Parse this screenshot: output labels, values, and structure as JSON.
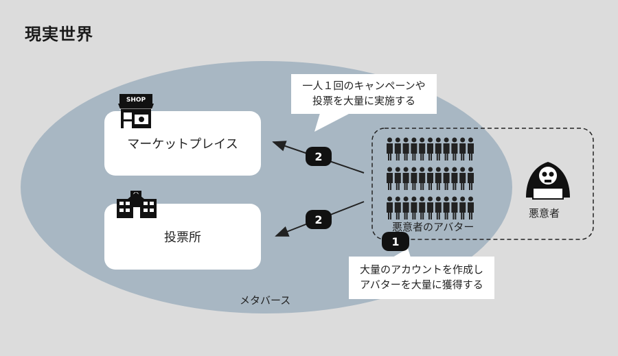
{
  "title": "現実世界",
  "metaverse_label": "メタバース",
  "marketplace": {
    "label": "マーケットプレイス",
    "icon_text": "SHOP"
  },
  "polling_station": {
    "label": "投票所"
  },
  "avatars_label": "悪意者のアバター",
  "attacker_label": "悪意者",
  "callout_top": {
    "line1": "一人１回のキャンペーンや",
    "line2": "投票を大量に実施する"
  },
  "callout_bottom": {
    "line1": "大量のアカウントを作成し",
    "line2": "アバターを大量に獲得する"
  },
  "steps": {
    "step1": "1",
    "step2a": "2",
    "step2b": "2"
  },
  "colors": {
    "background": "#dcdcdc",
    "ellipse": "#a8b7c3",
    "badge": "#111111"
  }
}
